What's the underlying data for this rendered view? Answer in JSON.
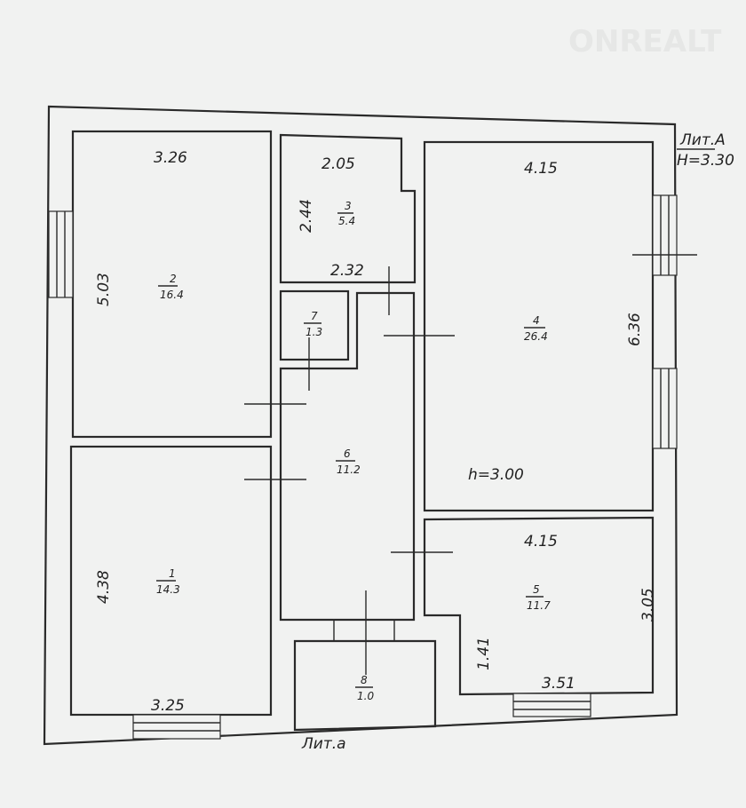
{
  "watermark": "ONREALT",
  "legend": {
    "lit_big": "Лит.А",
    "height_main": "H=3.30",
    "lit_small": "Лит.а",
    "height_room4": "h=3.00"
  },
  "rooms": [
    {
      "number": "1",
      "area": "14.3",
      "dims": [
        "4.38",
        "3.25"
      ]
    },
    {
      "number": "2",
      "area": "16.4",
      "dims": [
        "3.26",
        "5.03"
      ]
    },
    {
      "number": "3",
      "area": "5.4",
      "dims": [
        "2.05",
        "2.44",
        "2.32"
      ]
    },
    {
      "number": "4",
      "area": "26.4",
      "dims": [
        "4.15",
        "6.36"
      ]
    },
    {
      "number": "5",
      "area": "11.7",
      "dims": [
        "4.15",
        "3.05",
        "1.41",
        "3.51"
      ]
    },
    {
      "number": "6",
      "area": "11.2",
      "dims": []
    },
    {
      "number": "7",
      "area": "1.3",
      "dims": []
    },
    {
      "number": "8",
      "area": "1.0",
      "dims": []
    }
  ]
}
